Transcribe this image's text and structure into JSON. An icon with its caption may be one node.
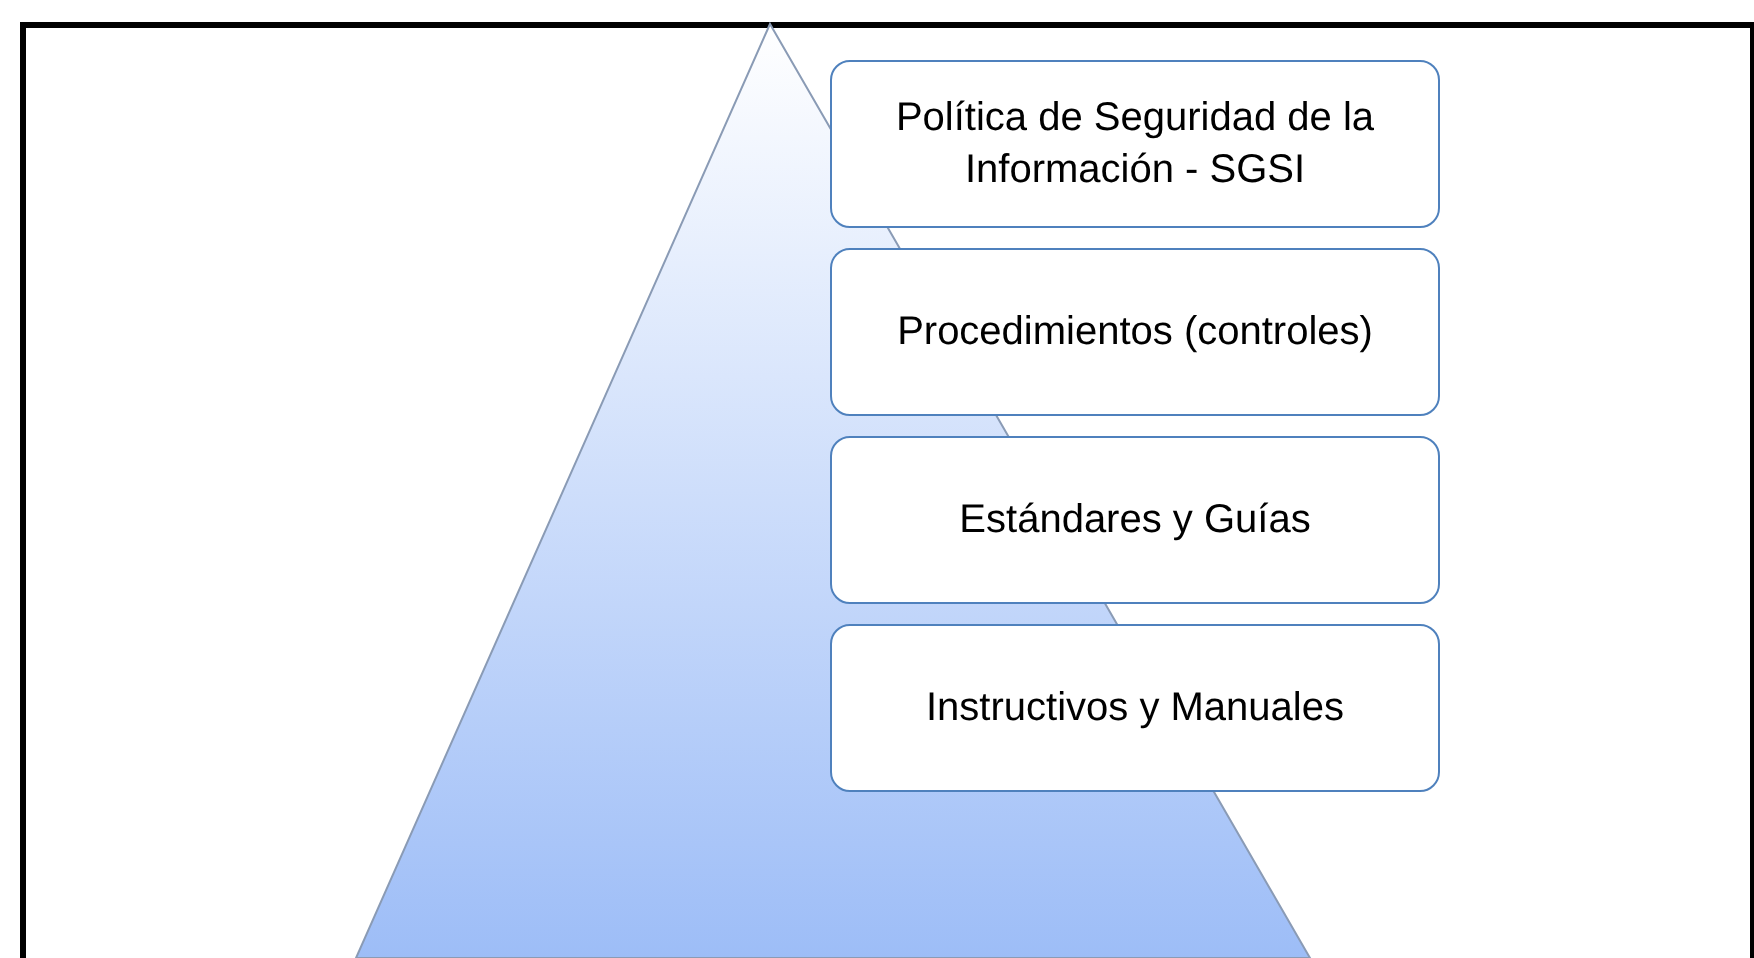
{
  "diagram": {
    "nodes": [
      {
        "text": [
          "Política de Seguridad de la Información - SGSI"
        ]
      },
      {
        "text": [
          "Procedimientos (controles)"
        ]
      },
      {
        "text": [
          "Estándares y Guías"
        ]
      },
      {
        "text": [
          "Instructivos y Manuales"
        ]
      }
    ]
  }
}
